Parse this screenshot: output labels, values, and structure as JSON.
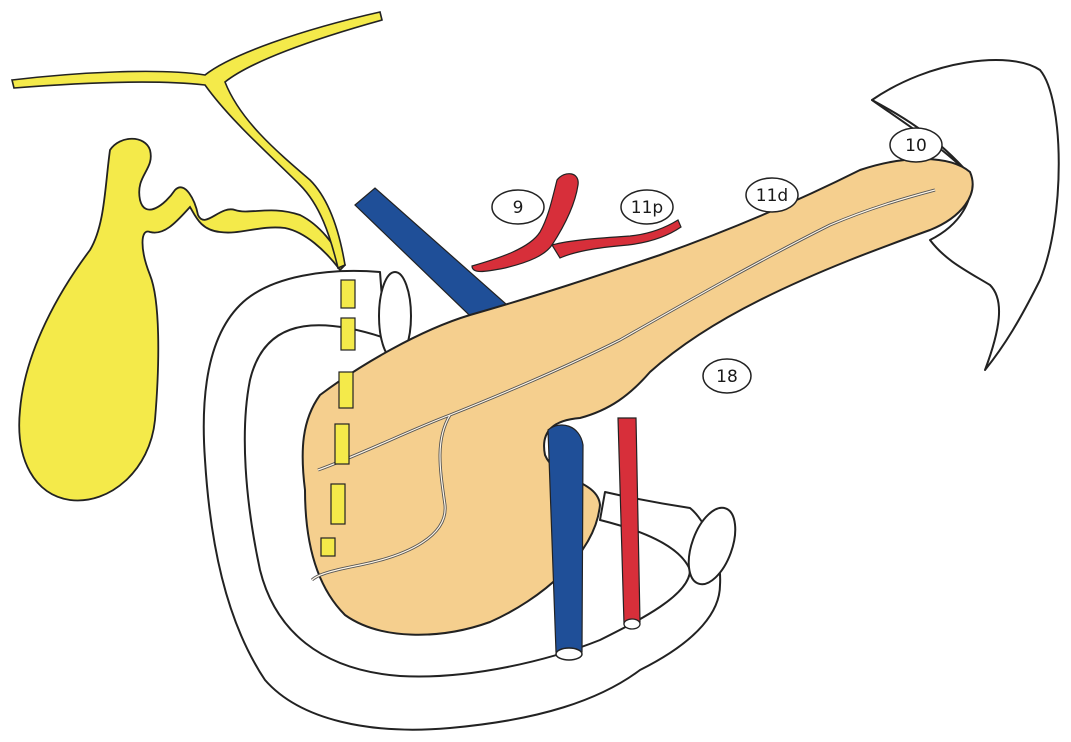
{
  "colors": {
    "bile": "#f4ea4a",
    "pancreas": "#f5cf8e",
    "vein": "#1f4f98",
    "artery": "#d72f3a",
    "outline": "#222222"
  },
  "labels": {
    "station_9": "9",
    "station_11p": "11p",
    "station_11d": "11d",
    "station_10": "10",
    "station_18": "18"
  }
}
